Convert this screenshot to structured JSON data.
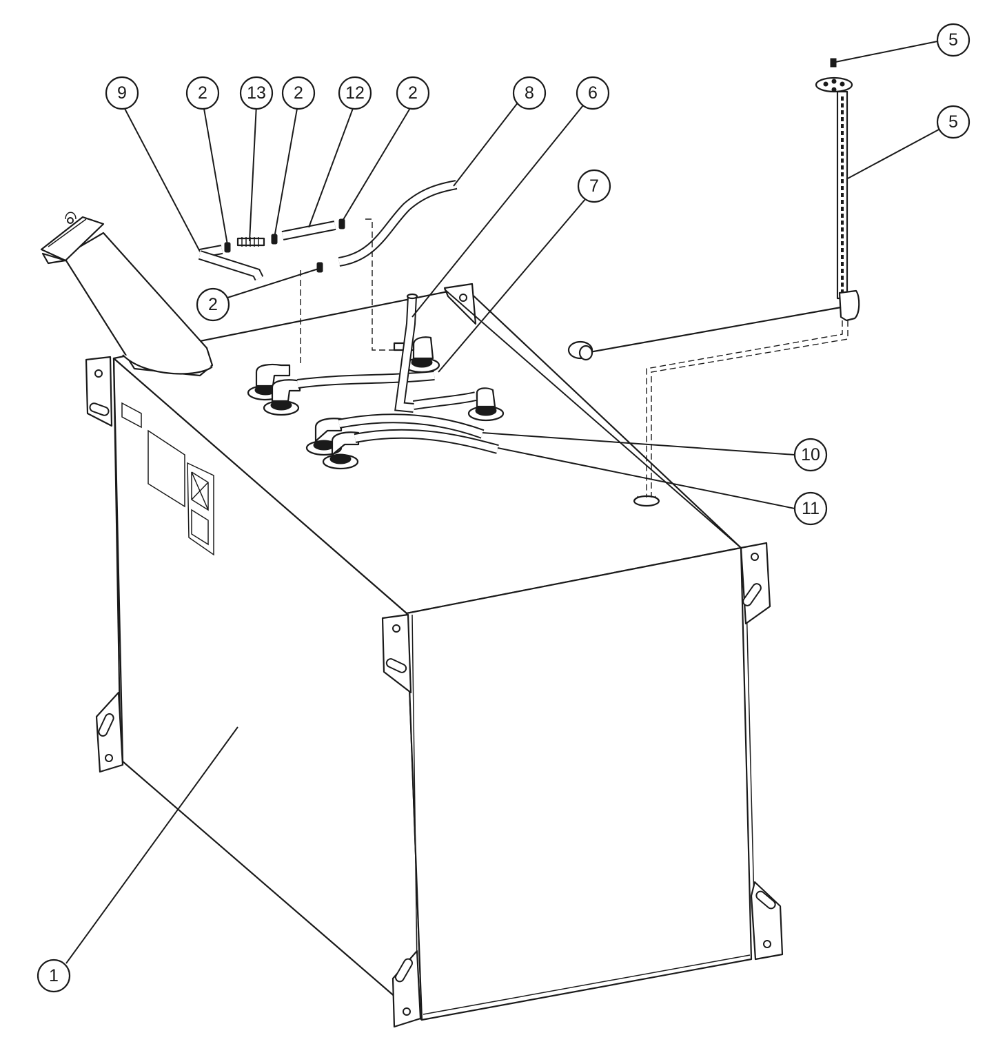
{
  "diagram": {
    "colors": {
      "line": "#1a1a1a",
      "background": "#ffffff"
    },
    "callouts": [
      {
        "id": "c9",
        "label": "9"
      },
      {
        "id": "c2a",
        "label": "2"
      },
      {
        "id": "c13",
        "label": "13"
      },
      {
        "id": "c2b",
        "label": "2"
      },
      {
        "id": "c12",
        "label": "12"
      },
      {
        "id": "c2c",
        "label": "2"
      },
      {
        "id": "c8",
        "label": "8"
      },
      {
        "id": "c6",
        "label": "6"
      },
      {
        "id": "c7",
        "label": "7"
      },
      {
        "id": "c5a",
        "label": "5"
      },
      {
        "id": "c5b",
        "label": "5"
      },
      {
        "id": "c2d",
        "label": "2"
      },
      {
        "id": "c10",
        "label": "10"
      },
      {
        "id": "c11",
        "label": "11"
      },
      {
        "id": "c1",
        "label": "1"
      }
    ],
    "parts": [
      "tank-body",
      "filler-neck",
      "vent-hose-assembly",
      "supply-hose",
      "return-hose",
      "fuel-sender",
      "drain-plug",
      "mounting-brackets"
    ]
  }
}
